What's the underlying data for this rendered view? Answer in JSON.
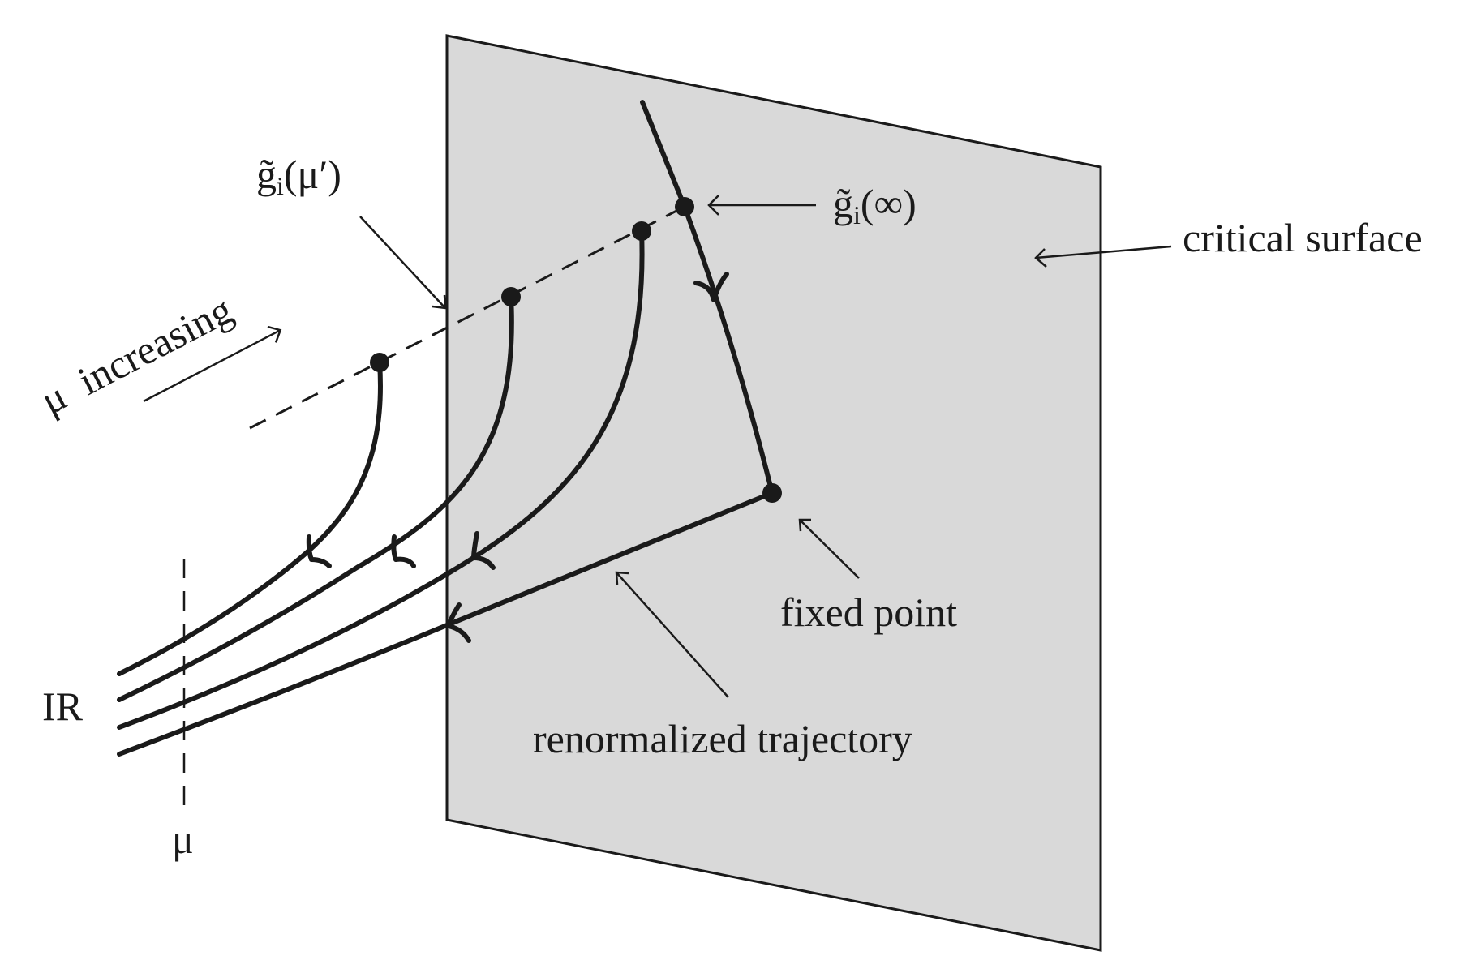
{
  "figure": {
    "type": "renormalization-group flow diagram",
    "colors": {
      "surface_fill": "#d9d9d9",
      "ink": "#1a1a1a",
      "background": "#ffffff"
    }
  },
  "labels": {
    "critical_surface": "critical surface",
    "fixed_point": "fixed point",
    "renormalized_trajectory": "renormalized trajectory",
    "g_mu_prime": "g̃i(μ′)",
    "g_mu_prime_parts": {
      "g": "g̃",
      "sub": "i",
      "arg": "(μ′)"
    },
    "g_infinity": "g̃i(∞)",
    "g_infinity_parts": {
      "g": "g̃",
      "sub": "i",
      "arg": "(∞)"
    },
    "mu_increasing": "μ  increasing",
    "ir": "IR",
    "mu": "μ"
  },
  "elements": {
    "trajectories": [
      {
        "name": "trajectory-1",
        "starts_at": "coupling point at μ′ (outermost)"
      },
      {
        "name": "trajectory-2",
        "starts_at": "coupling point at μ′"
      },
      {
        "name": "trajectory-3",
        "starts_at": "coupling point near critical surface"
      },
      {
        "name": "renormalized-trajectory",
        "starts_at": "fixed point"
      }
    ],
    "critical_surface_flow": "flow within critical surface from g̃i(∞) to fixed point",
    "dashed_lines": [
      "line of couplings g̃i(μ′)",
      "cutoff scale μ"
    ]
  }
}
